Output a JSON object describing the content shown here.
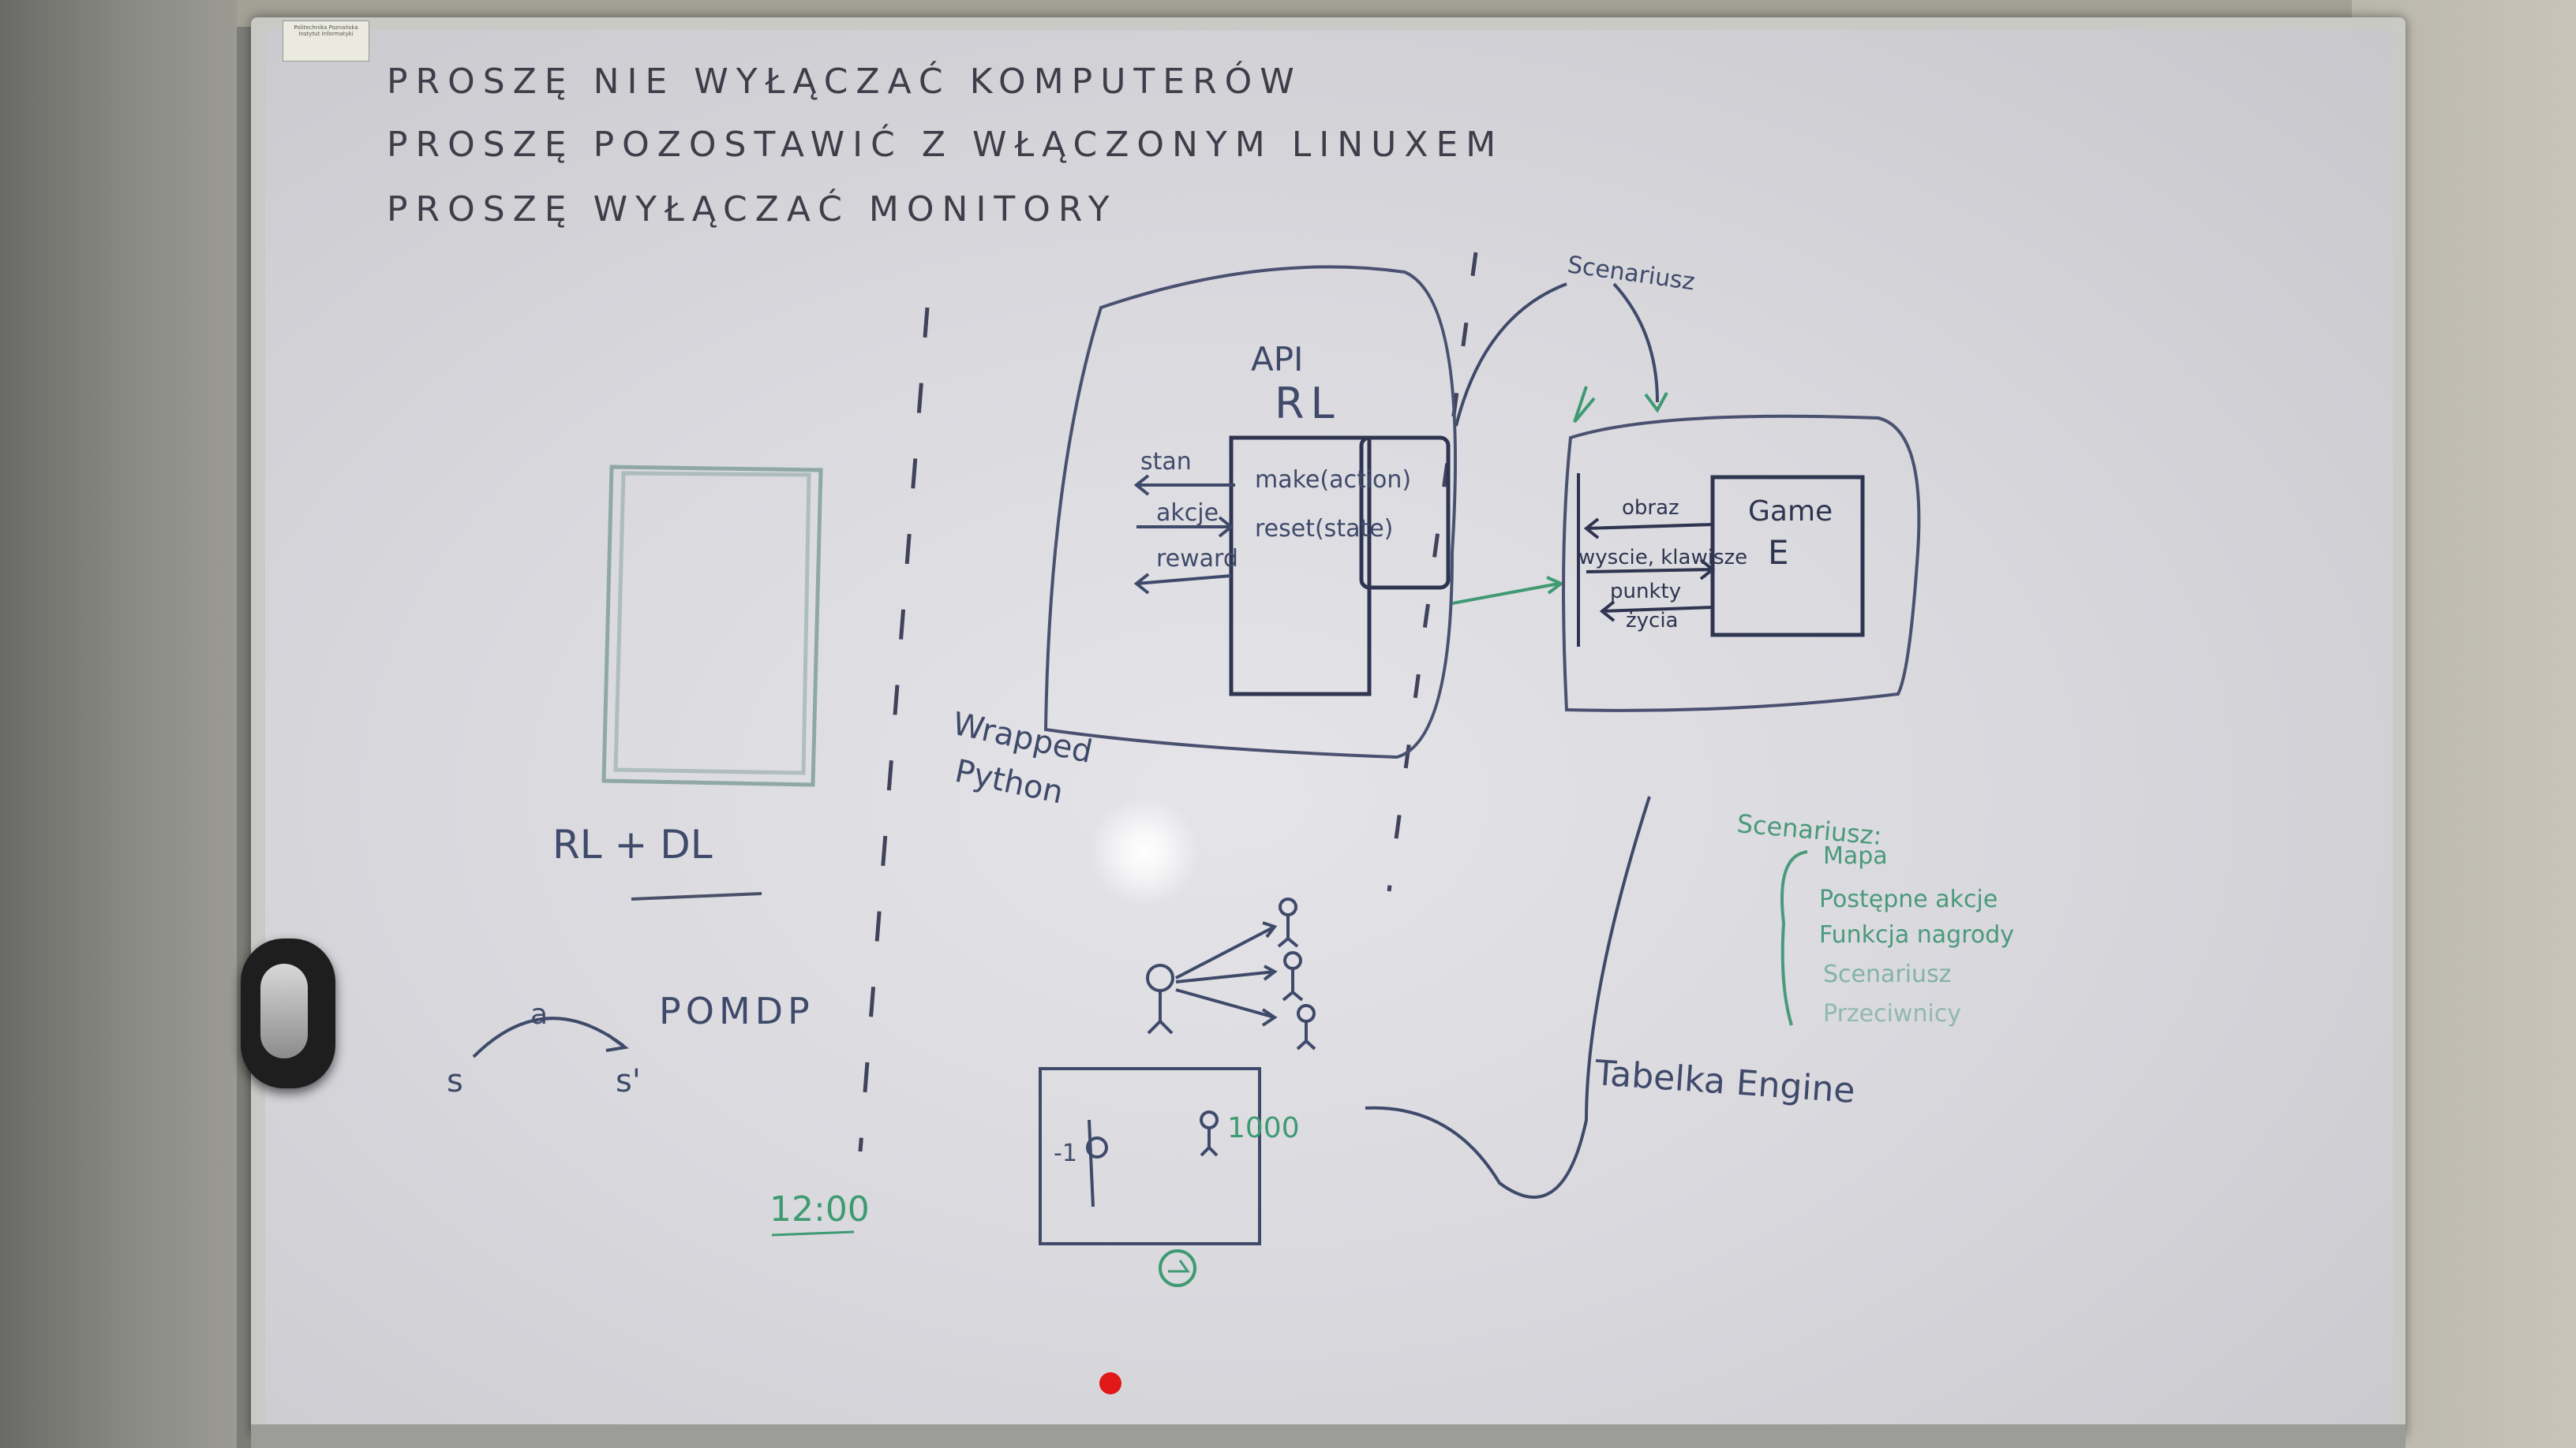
{
  "header_lines": [
    "PROSZĘ NIE WYŁĄCZAĆ KOMPUTERÓW",
    "PROSZĘ POZOSTAWIĆ Z WŁĄCZONYM LINUXEM",
    "PROSZĘ WYŁĄCZAĆ MONITORY"
  ],
  "left_diagram": {
    "label": "RL + DL"
  },
  "pomdp": {
    "title": "POMDP",
    "state_from": "s",
    "state_to": "s'",
    "action": "a"
  },
  "time_label": "12:00",
  "wrapped_label": [
    "Wrapped",
    "Python"
  ],
  "api_box": {
    "title_line1": "API",
    "title_line2": "RL",
    "methods": [
      "make(action)",
      "reset(state)"
    ],
    "outputs": [
      "stan",
      "akcje",
      "reward"
    ]
  },
  "scenario_label": "Scenariusz",
  "game_box": {
    "title": "Game",
    "subtitle": "E",
    "arrows": [
      "obraz",
      "wyscie, klawisze",
      "punkty",
      "życia"
    ]
  },
  "scenario_list": {
    "title": "Scenariusz:",
    "items": [
      "Mapa",
      "Postępne akcje",
      "Funkcja nagrody",
      "Scenariusz",
      "Przeciwnicy"
    ]
  },
  "table_label": "Tabelka Engine",
  "game_frame": {
    "left_value": "-1",
    "right_value": "1000"
  },
  "sticker_text": "Politechnika Poznańska Instytut Informatyki"
}
